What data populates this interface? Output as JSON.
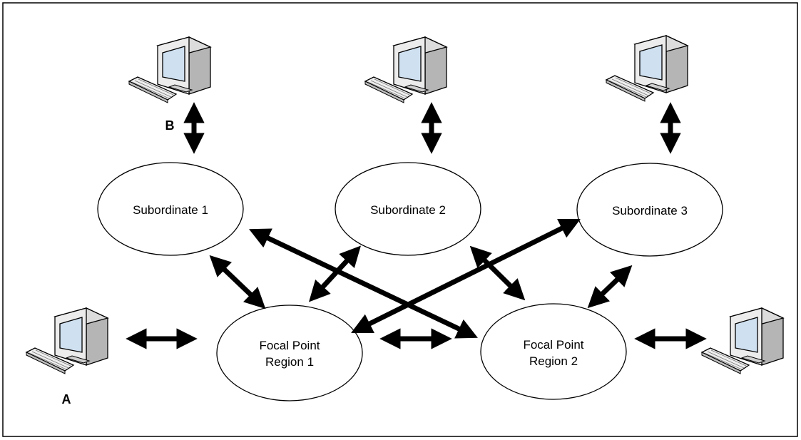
{
  "nodes": {
    "subordinate_1": {
      "label": "Subordinate 1"
    },
    "subordinate_2": {
      "label": "Subordinate 2"
    },
    "subordinate_3": {
      "label": "Subordinate 3"
    },
    "focal_point_1": {
      "line1": "Focal Point",
      "line2": "Region 1"
    },
    "focal_point_2": {
      "line1": "Focal Point",
      "line2": "Region 2"
    }
  },
  "endpoints": {
    "computer_a": {
      "label": "A"
    },
    "computer_b": {
      "label": "B"
    }
  },
  "colors": {
    "stroke": "#000000",
    "monitor_body": "#e6e6e6",
    "monitor_shade": "#b5b5b5",
    "screen": "#cfe0f0",
    "keyboard": "#eeeeee"
  }
}
